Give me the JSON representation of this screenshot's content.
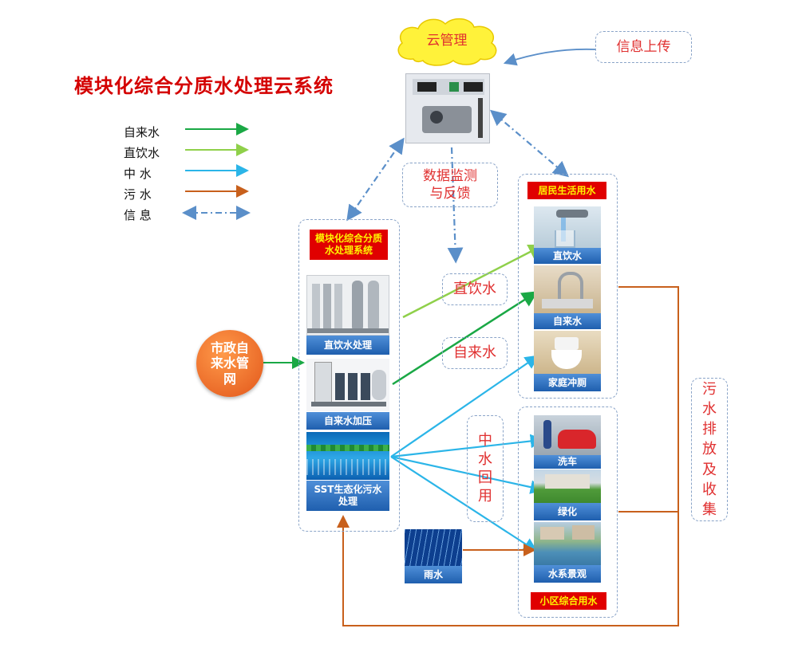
{
  "title": "模块化综合分质水处理云系统",
  "legend": [
    {
      "label": "自来水",
      "color": "#1aa845",
      "style": "solid"
    },
    {
      "label": "直饮水",
      "color": "#8fd04a",
      "style": "solid"
    },
    {
      "label": "中 水",
      "color": "#2bb5e8",
      "style": "solid"
    },
    {
      "label": "污 水",
      "color": "#c8601c",
      "style": "solid"
    },
    {
      "label": "信 息",
      "color": "#5b8fc9",
      "style": "dashdot"
    }
  ],
  "cloud_label": "云管理",
  "info_upload": "信息上传",
  "data_monitor": "数据监测与反馈",
  "municipal": "市政自来水管网",
  "module_system": {
    "title": "模块化综合分质水处理系统",
    "items": [
      "直饮水处理",
      "自来水加压",
      "SST生态化污水处理"
    ]
  },
  "flow_labels": {
    "drinking": "直饮水",
    "tap": "自来水",
    "reclaimed": "中水回用"
  },
  "residential": {
    "title": "居民生活用水",
    "items": [
      "直饮水",
      "自来水",
      "家庭冲厕"
    ]
  },
  "community": {
    "title": "小区综合用水",
    "items": [
      "洗车",
      "绿化",
      "水系景观"
    ]
  },
  "rain": "雨水",
  "sewage": "污水排放及收集",
  "colors": {
    "tap": "#1aa845",
    "drinking": "#8fd04a",
    "reclaimed": "#2bb5e8",
    "sewage": "#c8601c",
    "info": "#5b8fc9",
    "accent_red": "#e00000"
  }
}
